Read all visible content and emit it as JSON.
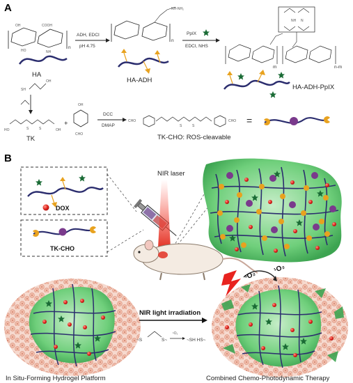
{
  "panel_a": {
    "letter": "A",
    "step1_reagents": "ADH, EDCI",
    "step1_condition": "pH 4.75",
    "step2_reagent": "PpIX",
    "step2_conditions": "EDCI, NHS",
    "repeat_n": "n",
    "repeat_m": "m",
    "repeat_nm": "n-m",
    "label_ha": "HA",
    "label_ha_adh": "HA-ADH",
    "label_ha_adh_ppix": "HA-ADH-PpIX",
    "label_tk": "TK",
    "plus": "+",
    "coupling_reagent_1": "DCC",
    "coupling_reagent_2": "DMAP",
    "label_tk_cho": "TK-CHO: ROS-cleavable",
    "equals": "=",
    "group_oh": "OH",
    "group_cho": "CHO",
    "group_sh": "SH",
    "group_nh2": "NH-NH₂"
  },
  "panel_b": {
    "letter": "B",
    "dox_label": "DOX",
    "tkcho_label": "TK-CHO",
    "laser_label": "NIR laser",
    "irradiation_label": "NIR light irradiation",
    "reaction_before": "~S",
    "reaction_singlet": "¹O₂",
    "reaction_after": "~SH  HS~",
    "ros_label": "¹O₂",
    "caption_left": "In Situ-Forming Hydrogel Platform",
    "caption_right": "Combined Chemo-Photodynamic Therapy"
  },
  "colors": {
    "polymer": "#2b2d6e",
    "arm": "#e8a21f",
    "star": "#1a6b35",
    "dox": "#e0221d",
    "linker": "#7a3a8c",
    "gel": "#5fc46a",
    "cell": "#f0c2b2",
    "laser": "#e23124"
  },
  "icons": [
    "syringe-icon",
    "mouse-icon",
    "laser-beam-icon",
    "lightning-icon",
    "star-icon"
  ]
}
